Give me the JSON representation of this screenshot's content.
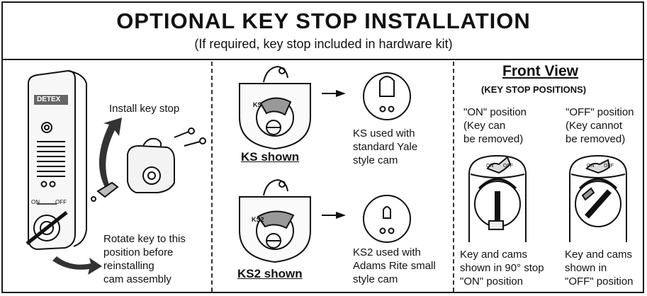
{
  "header": {
    "title": "OPTIONAL KEY STOP INSTALLATION",
    "subtitle": "(If required, key stop included in hardware kit)"
  },
  "left_panel": {
    "device_brand": "DETEX",
    "dial_on": "ON",
    "dial_off": "OFF",
    "install_label": "Install key stop",
    "rotate_label": "Rotate key to this\nposition before\nreinstalling\ncam assembly"
  },
  "middle_panel": {
    "ks_badge": "KS",
    "ks2_badge": "KS2",
    "ks_caption": "KS shown",
    "ks2_caption": "KS2 shown",
    "ks_desc": "KS used with\nstandard Yale\nstyle cam",
    "ks2_desc": "KS2 used with\nAdams Rite small\nstyle cam"
  },
  "right_panel": {
    "title": "Front View",
    "subtitle": "(KEY STOP POSITIONS)",
    "on_label": "\"ON\" position\n(Key can\nbe removed)",
    "off_label": "\"OFF\" position\n(Key cannot\nbe removed)",
    "on_caption": "Key and cams\nshown in 90° stop\n\"ON\" position",
    "off_caption": "Key and cams\nshown in\n\"OFF\" position",
    "dial_on": "ON",
    "dial_off": "OFF"
  }
}
